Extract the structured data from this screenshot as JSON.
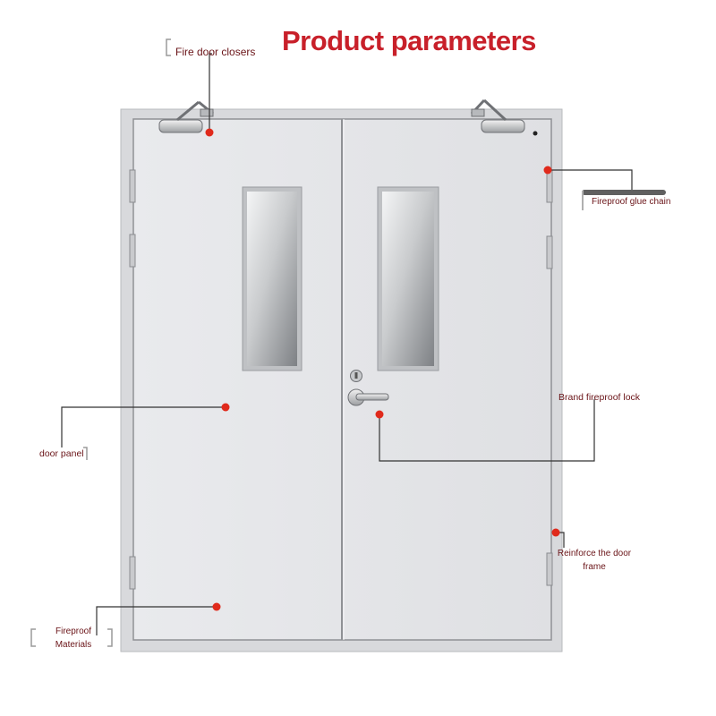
{
  "title": "Product parameters",
  "labels": {
    "fire_door_closers": "Fire door closers",
    "fireproof_glue_chain": "Fireproof glue chain",
    "brand_fireproof_lock": "Brand fireproof lock",
    "door_panel": "door panel",
    "reinforce_frame_line1": "Reinforce the door",
    "reinforce_frame_line2": "frame",
    "fireproof_materials_line1": "Fireproof",
    "fireproof_materials_line2": "Materials"
  },
  "colors": {
    "title": "#c8202a",
    "marker": "#e02a1c",
    "label_text": "#6a1418",
    "leader_line": "#333333",
    "door_fill": "#e6e7ea",
    "door_edge": "#9a9ca0"
  },
  "icons": [
    "door-closer-icon",
    "door-handle-icon",
    "lock-cylinder-icon",
    "hinge-icon"
  ]
}
